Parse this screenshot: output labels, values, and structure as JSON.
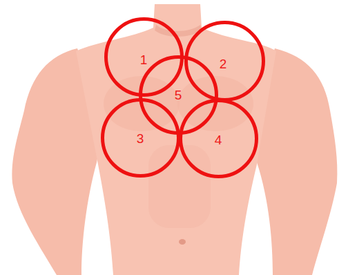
{
  "diagram": {
    "nodes": [
      {
        "text": [
          "1"
        ]
      },
      {
        "text": [
          "2"
        ]
      },
      {
        "text": [
          "5"
        ]
      },
      {
        "text": [
          "3"
        ]
      },
      {
        "text": [
          "4"
        ]
      }
    ]
  }
}
